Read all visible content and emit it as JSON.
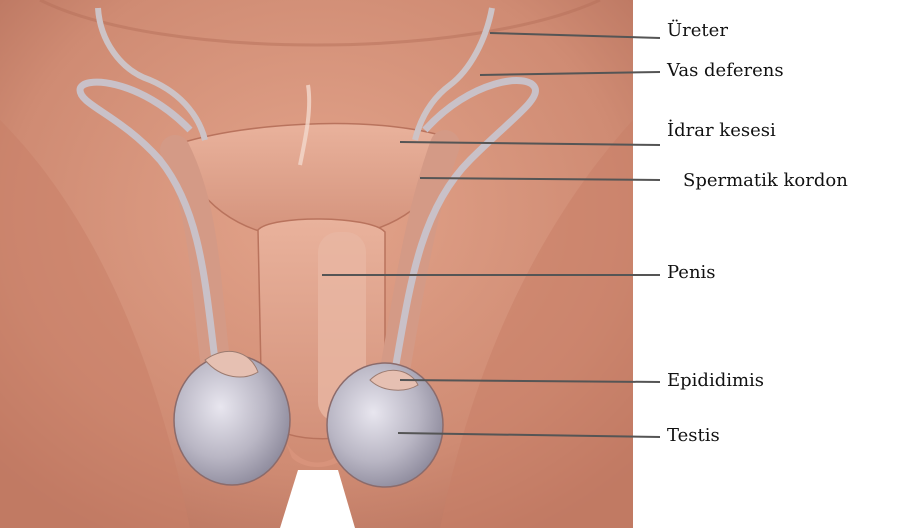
{
  "labels": {
    "ureter": "Üreter",
    "vas_deferens": "Vas deferens",
    "idrar_kesesi": "İdrar kesesi",
    "spermatik_kordon": "Spermatik  kordon",
    "penis": "Penis",
    "epididimis": "Epididimis",
    "testis": "Testis"
  },
  "colors": {
    "skin": "#d9987f",
    "skin_dark": "#b56f5a",
    "tissue": "#e2a58f",
    "testis": "#b9b6c4",
    "tube": "#c9c1c8",
    "leader": "#555555",
    "label_text": "#111111"
  }
}
